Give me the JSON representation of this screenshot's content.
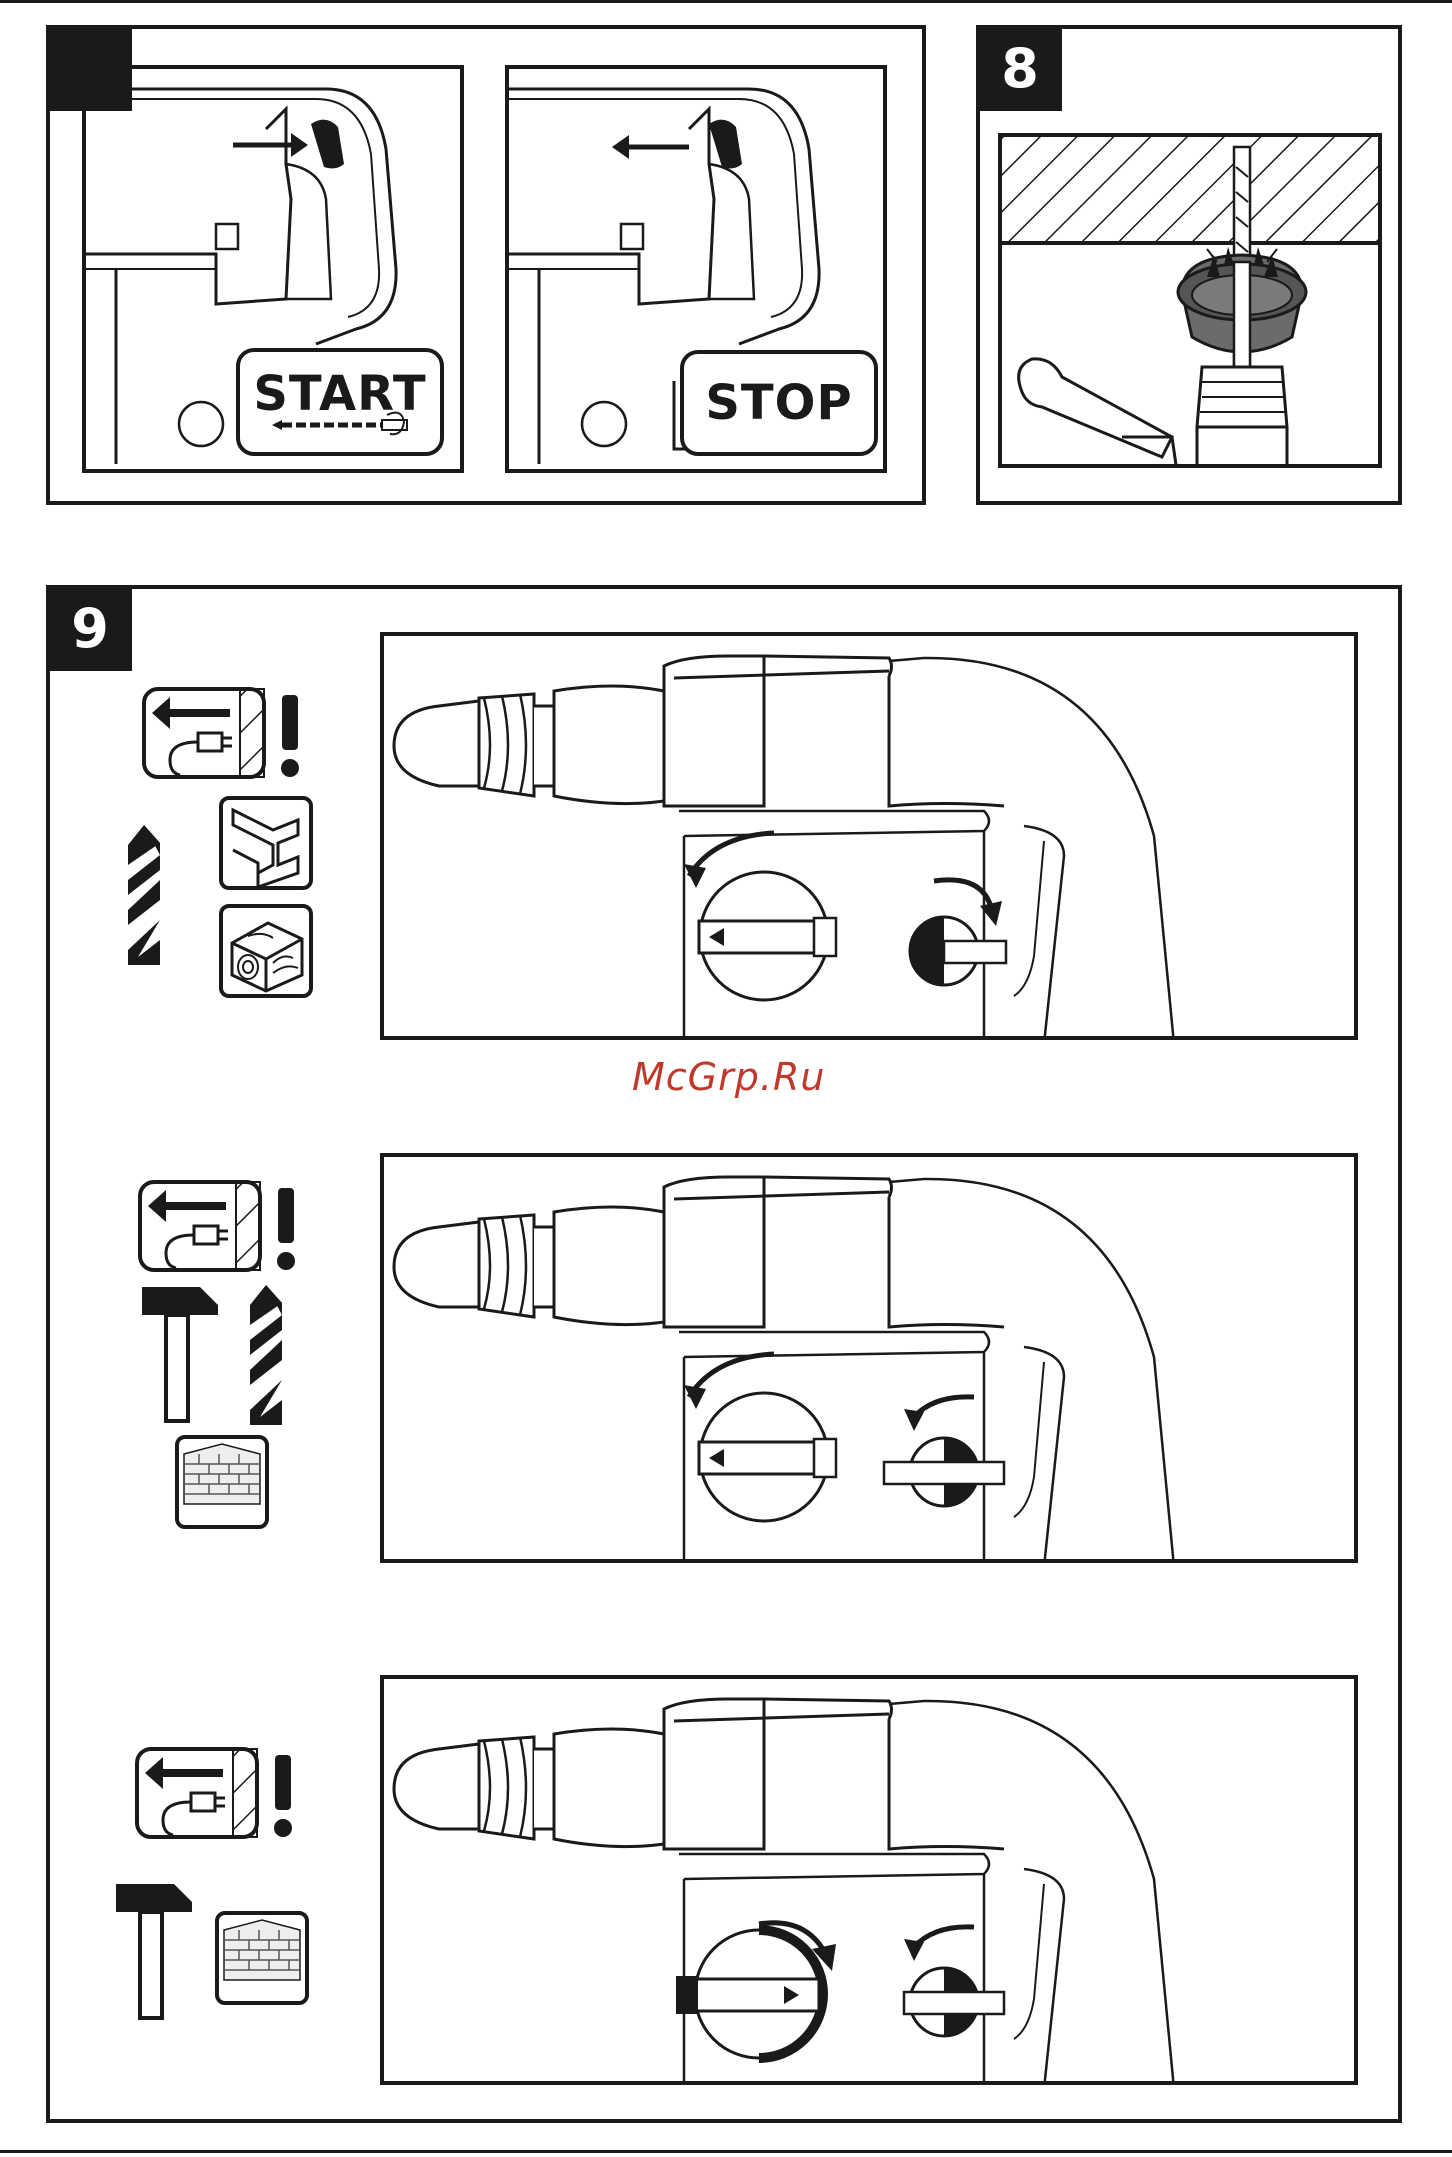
{
  "labels": {
    "start": "START",
    "stop": "STOP",
    "step8": "8",
    "step9": "9"
  },
  "watermark": "McGrp.Ru",
  "colors": {
    "ink": "#1a1a1a",
    "gray": "#6b6b6b",
    "watermark": "#c0392b"
  },
  "icons": [
    "unplug-warning-icon",
    "exclamation-icon",
    "drill-bit-icon",
    "steel-beam-icon",
    "wood-icon",
    "hammer-icon",
    "masonry-icon"
  ]
}
